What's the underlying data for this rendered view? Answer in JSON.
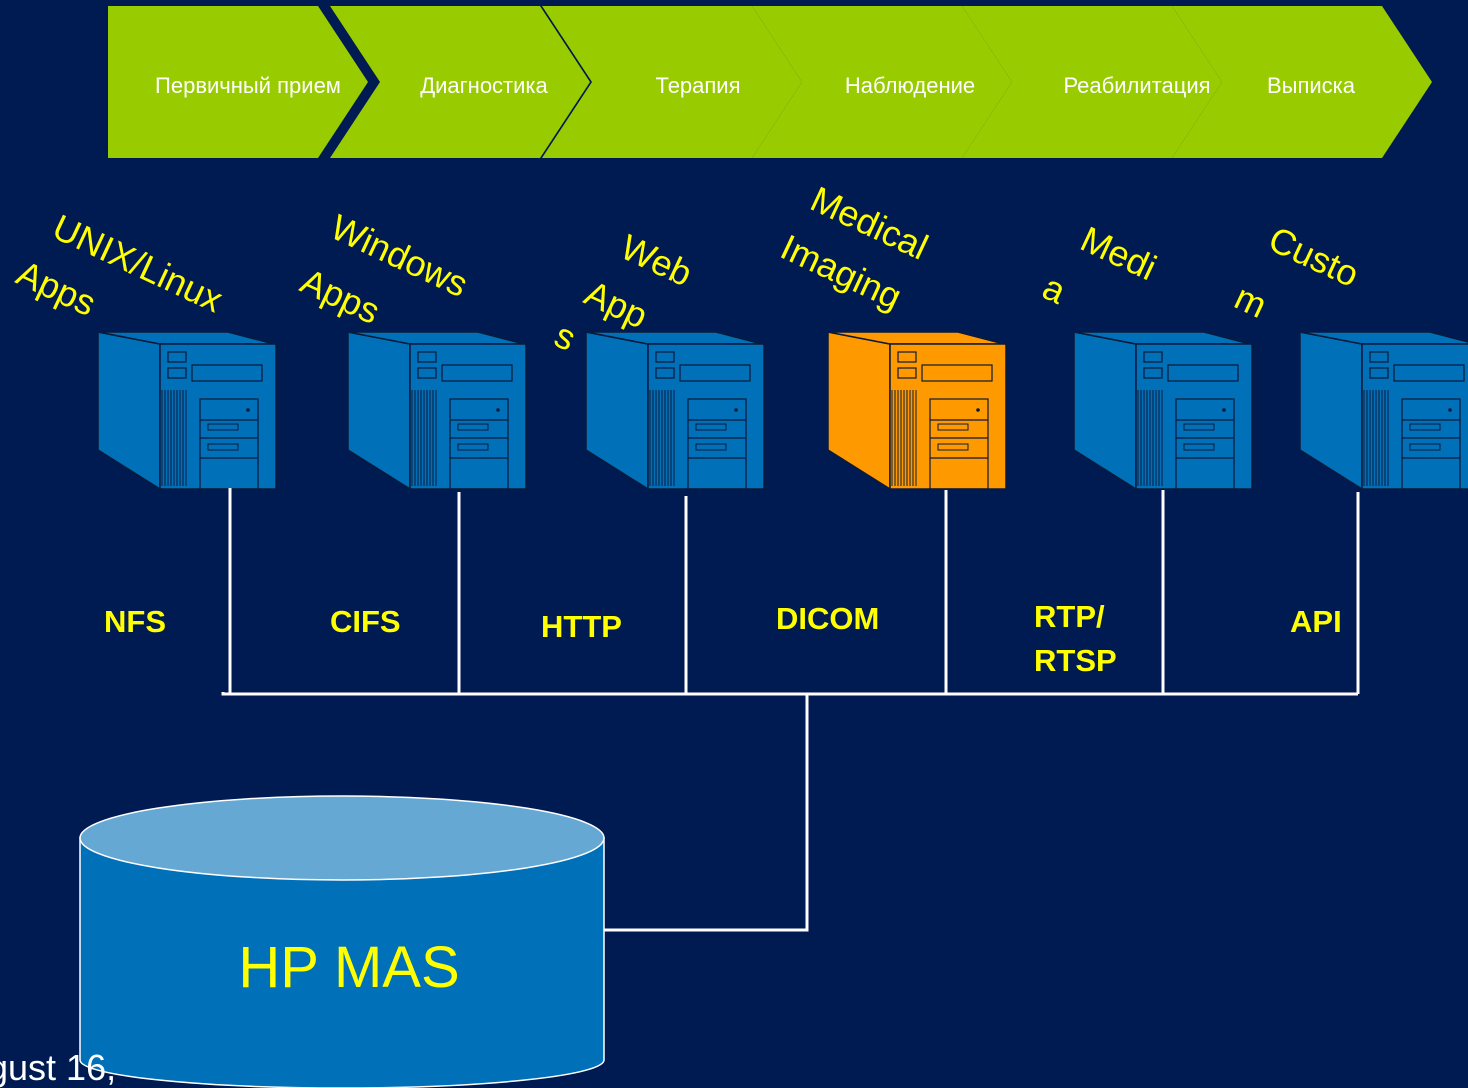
{
  "colors": {
    "background": "#001a52",
    "chevron": "#99cc00",
    "server": "#0070b8",
    "server_highlight": "#ff9900",
    "label": "#ffff00",
    "line": "#ffffff",
    "storage_body": "#0070b8",
    "storage_top": "#66a8d4"
  },
  "process": {
    "steps": [
      "Первичный прием",
      "Диагностика",
      "Терапия",
      "Наблюдение",
      "Реабилитация",
      "Выписка"
    ]
  },
  "apps": [
    {
      "lines": [
        "UNIX/Linux",
        "Apps"
      ],
      "protocol": [
        "NFS"
      ],
      "highlight": false
    },
    {
      "lines": [
        "Windows",
        "Apps"
      ],
      "protocol": [
        "CIFS"
      ],
      "highlight": false
    },
    {
      "lines": [
        "Web",
        "App",
        "s"
      ],
      "protocol": [
        "HTTP"
      ],
      "highlight": false
    },
    {
      "lines": [
        "Medical",
        "Imaging"
      ],
      "protocol": [
        "DICOM"
      ],
      "highlight": true
    },
    {
      "lines": [
        "Medi",
        "a"
      ],
      "protocol": [
        "RTP/",
        "RTSP"
      ],
      "highlight": false
    },
    {
      "lines": [
        "Custo",
        "m"
      ],
      "protocol": [
        "API"
      ],
      "highlight": false
    }
  ],
  "storage": {
    "label": "HP MAS"
  },
  "footer": {
    "text": "gust 16,"
  }
}
